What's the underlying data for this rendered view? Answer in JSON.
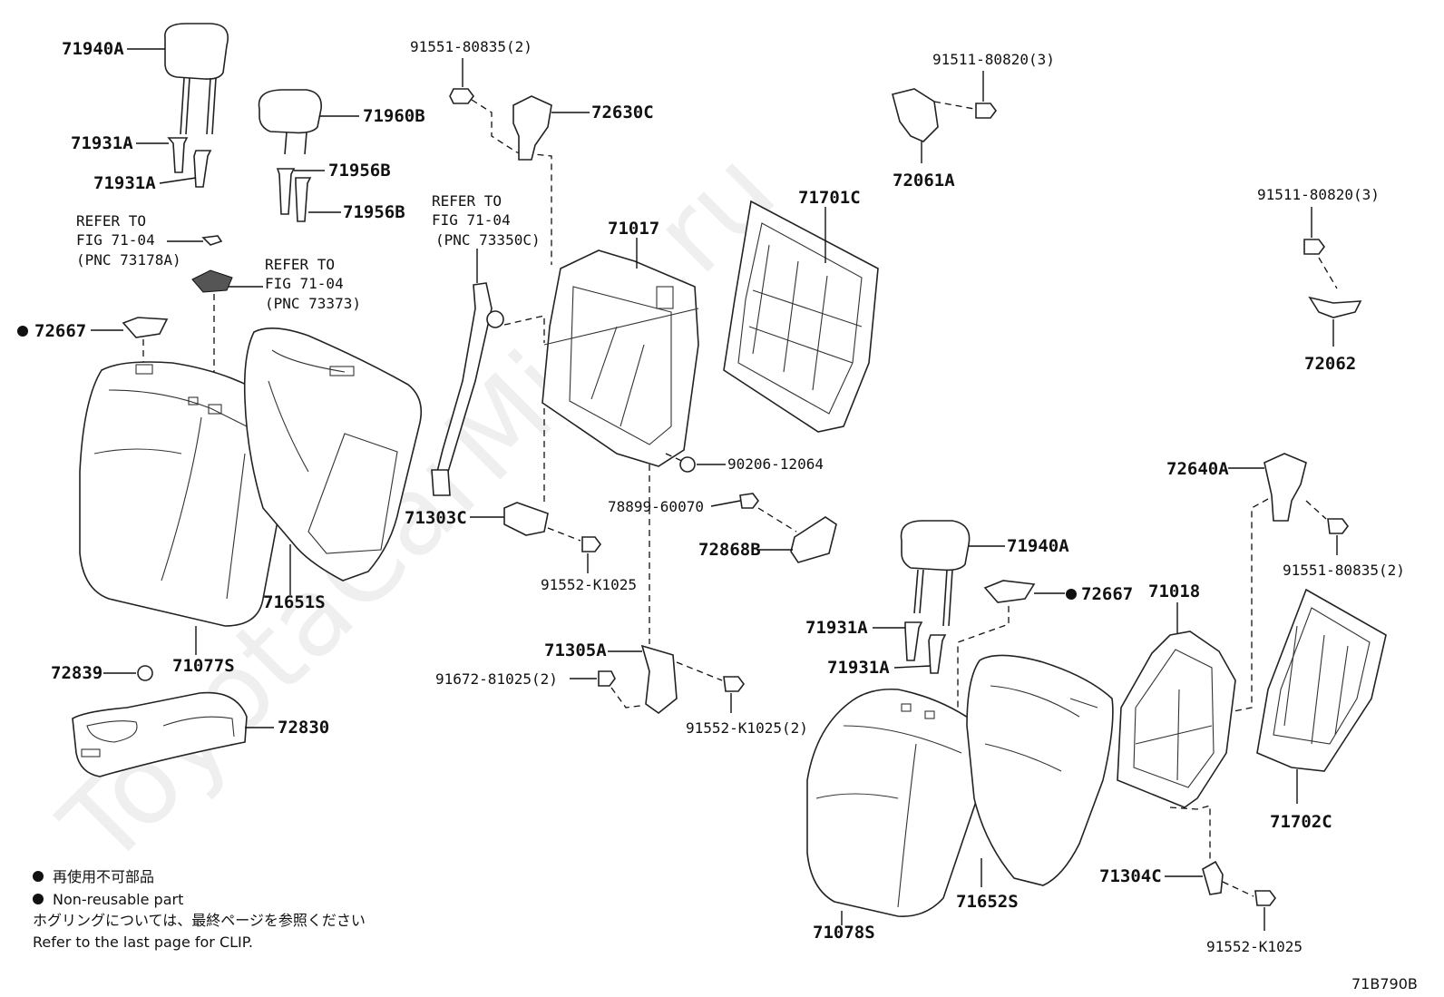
{
  "callouts": {
    "c71940A_1": "71940A",
    "c71931A_1": "71931A",
    "c71931A_2": "71931A",
    "c71960B": "71960B",
    "c71956B_1": "71956B",
    "c71956B_2": "71956B",
    "c91551_top": "91551-80835(2)",
    "c72630C": "72630C",
    "c91511_1": "91511-80820(3)",
    "c72061A": "72061A",
    "c71701C": "71701C",
    "c71017": "71017",
    "c91511_2": "91511-80820(3)",
    "c72062": "72062",
    "c72667_1": "72667",
    "c71651S": "71651S",
    "c71077S": "71077S",
    "c72839": "72839",
    "c72830": "72830",
    "c90206": "90206-12064",
    "c78899": "78899-60070",
    "c71303C": "71303C",
    "c91552_1": "91552-K1025",
    "c72868B": "72868B",
    "c71305A": "71305A",
    "c91672": "91672-81025(2)",
    "c91552_2": "91552-K1025(2)",
    "c72640A": "72640A",
    "c91551_right": "91551-80835(2)",
    "c71940A_2": "71940A",
    "c72667_2": "72667",
    "c71018": "71018",
    "c71931A_3": "71931A",
    "c71931A_4": "71931A",
    "c71702C": "71702C",
    "c71652S": "71652S",
    "c71078S": "71078S",
    "c71304C": "71304C",
    "c91552_3": "91552-K1025"
  },
  "refs": {
    "ref1_l1": "REFER TO",
    "ref1_l2": "FIG 71-04",
    "ref1_l3": "(PNC 73178A)",
    "ref2_l1": "REFER TO",
    "ref2_l2": "FIG 71-04",
    "ref2_l3": "(PNC 73373)",
    "ref3_l1": "REFER TO",
    "ref3_l2": "FIG 71-04",
    "ref3_l3": "(PNC 73350C)"
  },
  "legend": {
    "nonreusable_jp": "再使用不可部品",
    "nonreusable_en": "Non-reusable part",
    "clip_jp": "ホグリングについては、最終ページを参照ください",
    "clip_en": "Refer to the last page for CLIP."
  },
  "figure_code": "71B790B",
  "watermark": "ToyotaCarMine.ru",
  "colors": {
    "ink": "#111111",
    "background": "#ffffff"
  }
}
